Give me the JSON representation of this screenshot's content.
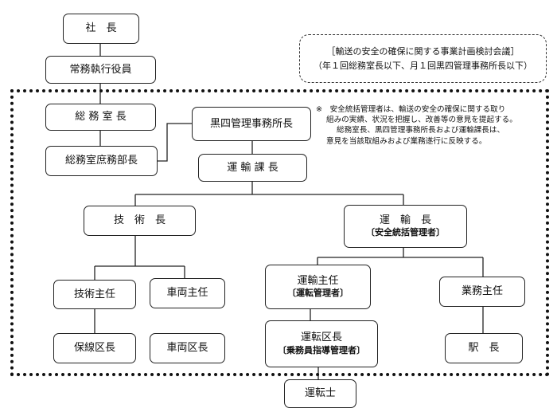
{
  "colors": {
    "line": "#222222",
    "background": "#ffffff"
  },
  "meeting": {
    "title": "［輸送の安全の確保に関する事業計画検討会議］",
    "detail": "（年１回総務室長以下、月１回黒四管理事務所長以下）"
  },
  "note": {
    "lines": [
      "※　安全統括管理者は、輸送の安全の確保に関する取り",
      "組みの実績、状況を把握し、改善等の意見を提起する。",
      "総務室長、黒四管理事務所長および運輸課長は、",
      "意見を当該取組みおよび業務遂行に反映する。"
    ]
  },
  "org": {
    "president": "社　長",
    "executive": "常務執行役員",
    "general_affairs_head": "総 務 室 長",
    "general_affairs_dept_head": "総務室庶務部長",
    "kuroyon_office_head": "黒四管理事務所長",
    "transport_section_head": "運 輸 課 長",
    "technical_head": "技　術　長",
    "transport_head": {
      "title": "運　輸　長",
      "role": "〔安全統括管理者〕"
    },
    "technical_chief": "技術主任",
    "vehicle_chief": "車両主任",
    "transport_chief": {
      "title": "運輸主任",
      "role": "〔運転管理者〕"
    },
    "business_chief": "業務主任",
    "track_district_head": "保線区長",
    "vehicle_district_head": "車両区長",
    "operation_district_head": {
      "title": "運転区長",
      "role": "〔乗務員指導管理者〕"
    },
    "station_master": "駅　長",
    "driver": "運転士"
  }
}
